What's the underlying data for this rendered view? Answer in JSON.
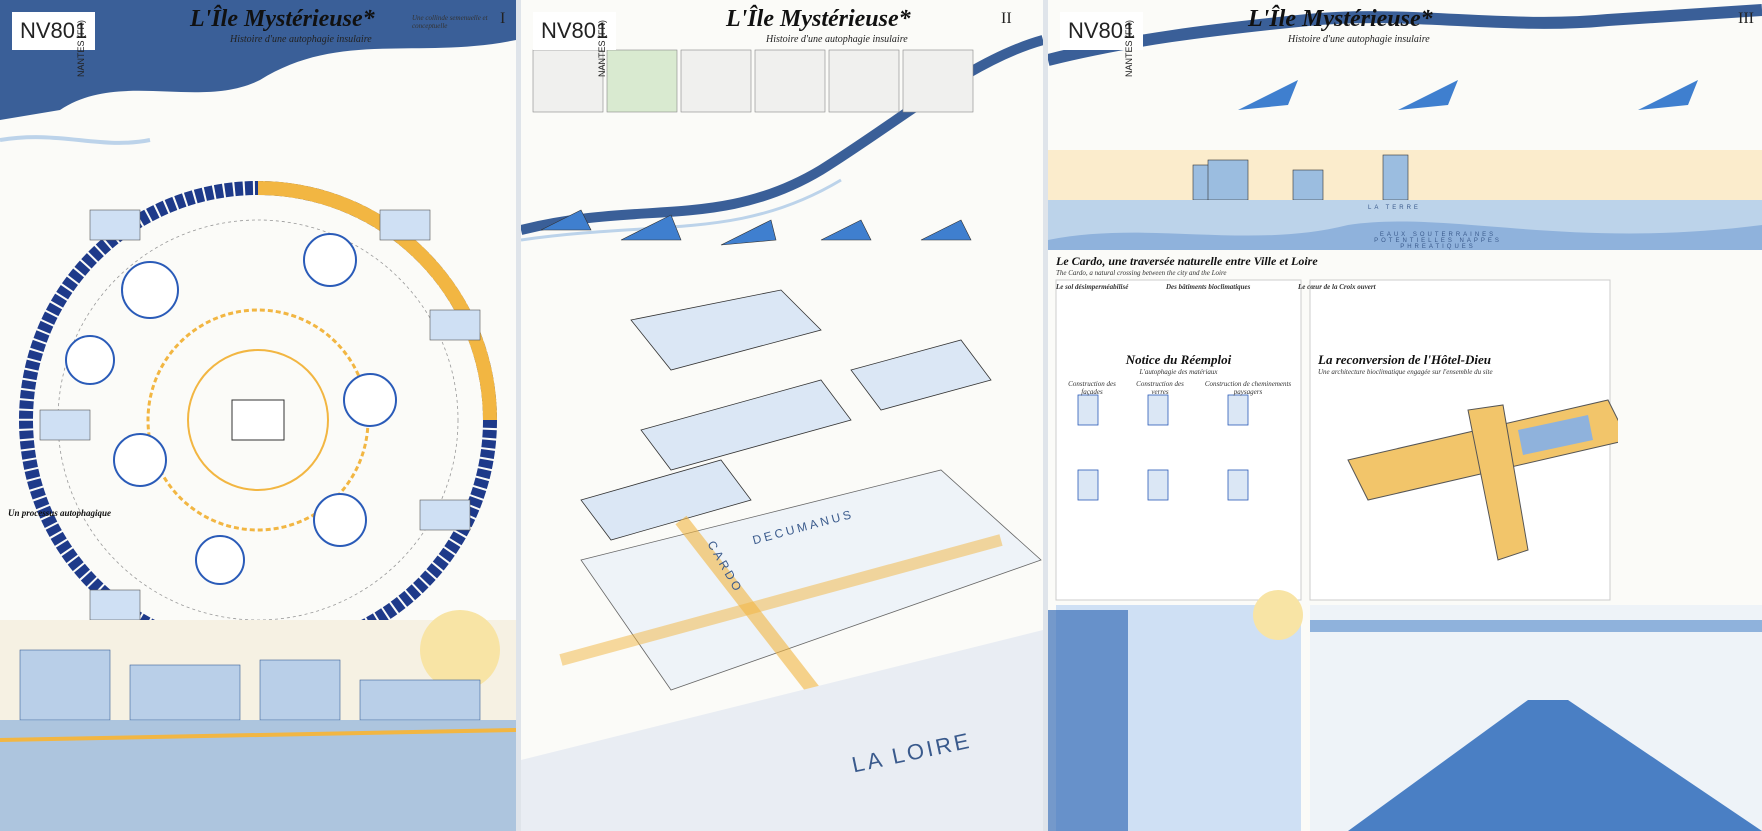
{
  "poster": {
    "code": "NV801",
    "city": "NANTES (FR)",
    "title": "L'Île Mystérieuse*",
    "subtitle": "Histoire d'une autophagie insulaire"
  },
  "panels": [
    {
      "number": "I",
      "headings": [
        "Un processus autophagique"
      ],
      "text_heading": "Une collinde semenuelle et conceptuelle"
    },
    {
      "number": "II",
      "labels": [
        "CARDO",
        "DECUMANUS",
        "LA LOIRE"
      ]
    },
    {
      "number": "III",
      "headings": [
        {
          "title": "Le Cardo, une traversée naturelle entre Ville et Loire",
          "sub": "The Cardo, a natural crossing between the city and the Loire"
        },
        {
          "title": "Notice du Réemploi",
          "sub": "L'autophagie des matériaux"
        },
        {
          "title": "La reconversion de l'Hôtel-Dieu",
          "sub": "Une architecture bioclimatique engagée sur l'ensemble du site"
        }
      ],
      "section_labels": [
        "LA TERRE",
        "EAUX SOUTERRAINES POTENTIELLES NAPPES PHREATIQUES"
      ],
      "reuse_items": [
        "Construction des façades",
        "Construction des verres",
        "Construction de cheminements paysagers"
      ],
      "column_heads": [
        "Le sol désimperméabilisé",
        "Des bâtiments bioclimatiques",
        "Le cœur de la Croix ouvert"
      ]
    }
  ],
  "colors": {
    "river": "#3a5f98",
    "accent": "#f2b642",
    "ring": "#1e3a8a",
    "water_light": "#bcd3ea"
  }
}
